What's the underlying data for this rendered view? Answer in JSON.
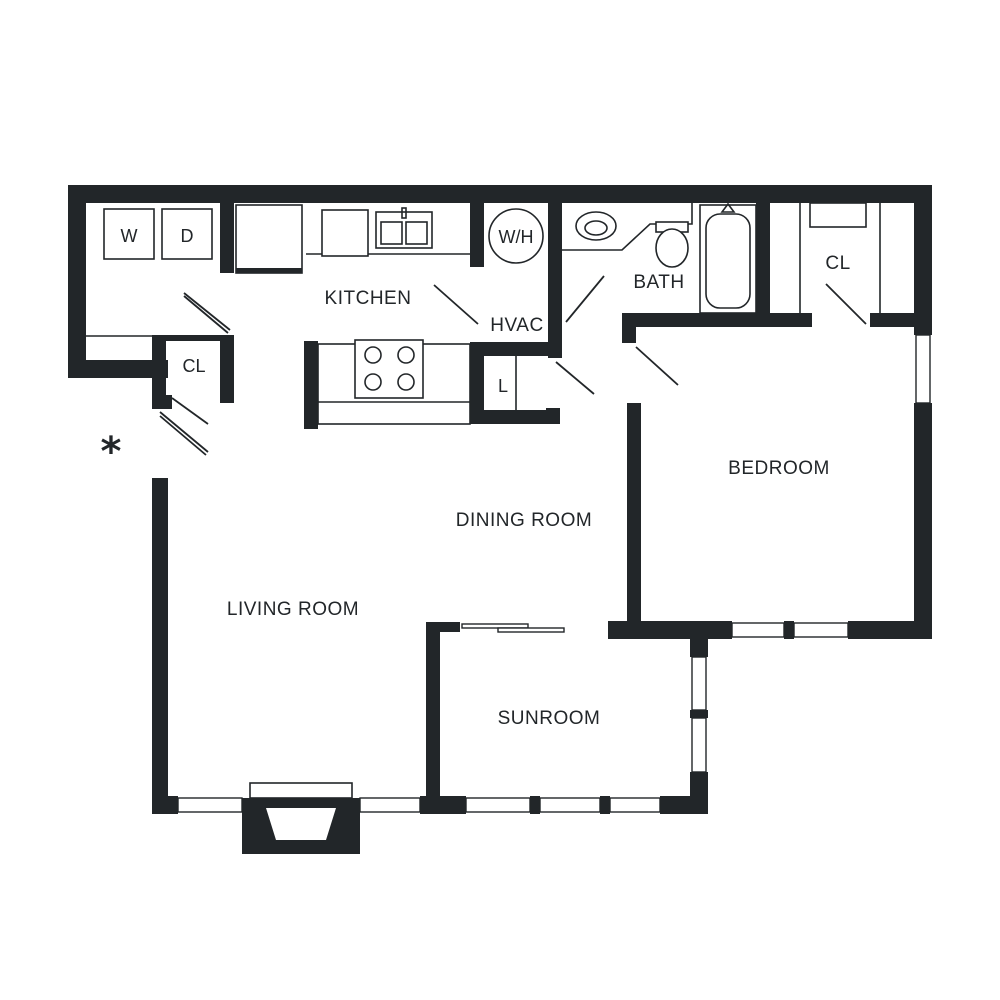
{
  "rooms": {
    "kitchen": "KITCHEN",
    "bath": "BATH",
    "bedroom": "BEDROOM",
    "dining": "DINING ROOM",
    "living": "LIVING ROOM",
    "sunroom": "SUNROOM",
    "hvac": "HVAC",
    "closet_bed": "CL",
    "closet_entry": "CL",
    "linen": "L"
  },
  "appliances": {
    "washer": "W",
    "dryer": "D",
    "water_heater": "W/H"
  },
  "marker": "*",
  "colors": {
    "wall": "#222629",
    "background": "#ffffff"
  }
}
